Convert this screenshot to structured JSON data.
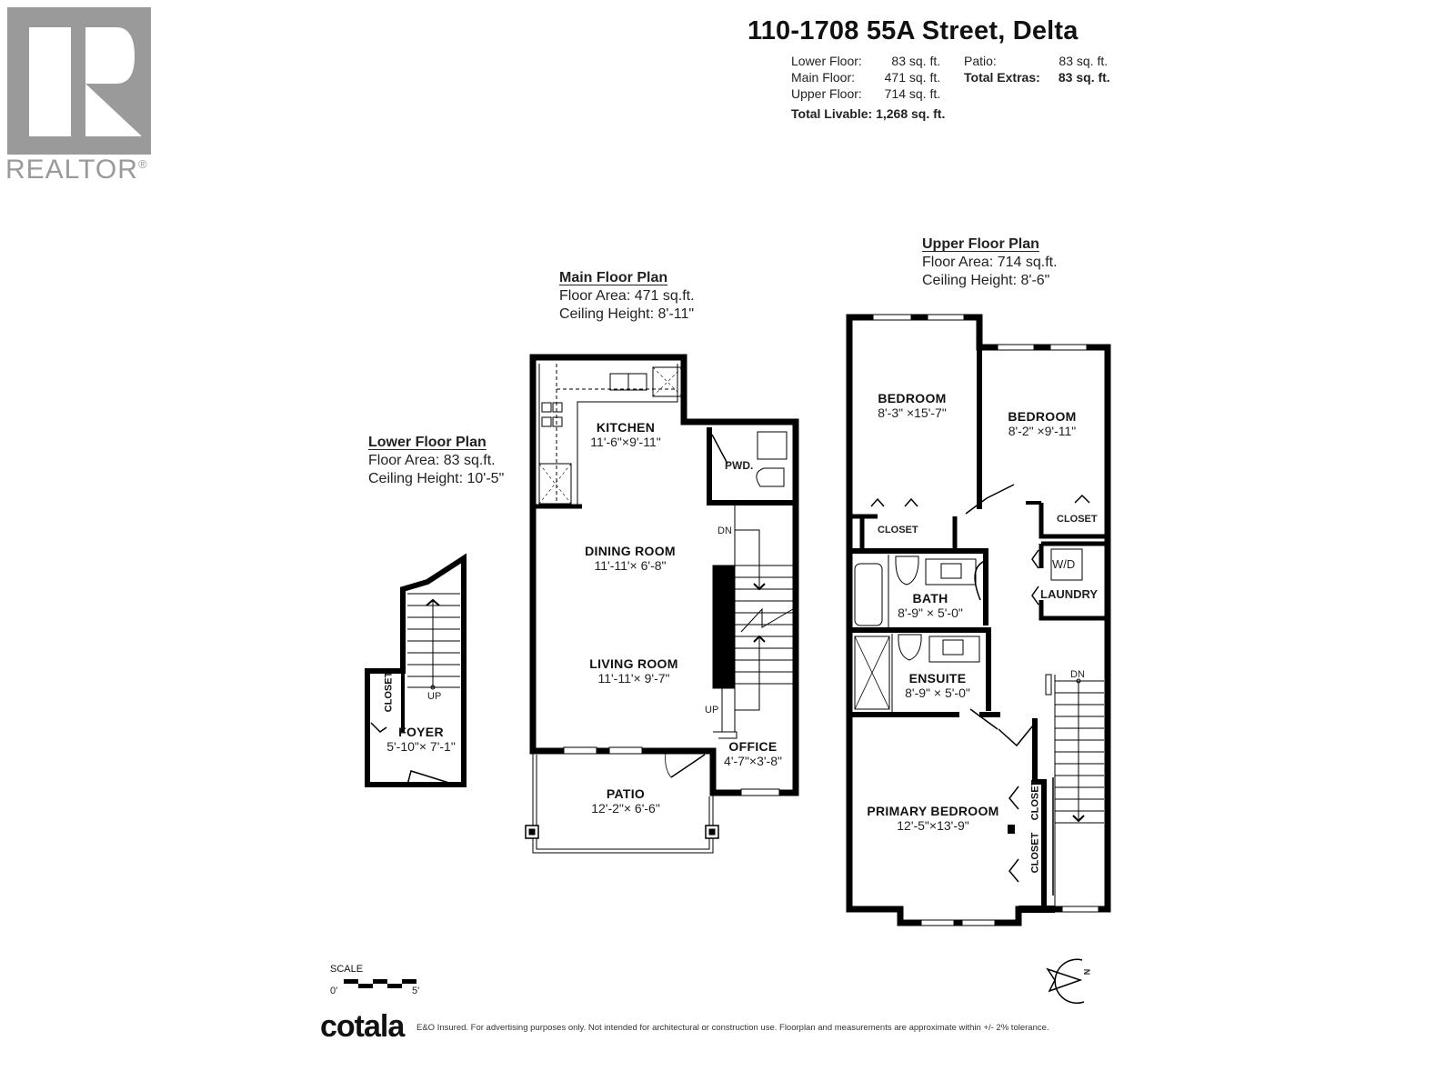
{
  "logo": {
    "brand": "REALTOR",
    "mark": "®",
    "color": "#9a9a9a"
  },
  "header": {
    "address": "110-1708 55A Street, Delta",
    "floors": [
      {
        "label": "Lower Floor:",
        "value": "83",
        "unit": "sq. ft."
      },
      {
        "label": "Main Floor:",
        "value": "471",
        "unit": "sq. ft."
      },
      {
        "label": "Upper Floor:",
        "value": "714",
        "unit": "sq. ft."
      }
    ],
    "total_livable": {
      "label": "Total Livable:",
      "value": "1,268 sq. ft."
    },
    "extras": [
      {
        "label": "Patio:",
        "value": "83",
        "unit": "sq. ft."
      }
    ],
    "total_extras": {
      "label": "Total Extras:",
      "value": "83 sq. ft."
    }
  },
  "plans": {
    "lower": {
      "heading": "Lower Floor Plan",
      "area": "Floor Area: 83 sq.ft.",
      "ceiling": "Ceiling Height: 10'-5\"",
      "rooms": [
        {
          "name": "FOYER",
          "dims": "5'-10\"× 7'-1\""
        }
      ],
      "labels": {
        "closet": "CLOSET",
        "up": "UP"
      }
    },
    "main": {
      "heading": "Main Floor Plan",
      "area": "Floor Area: 471 sq.ft.",
      "ceiling": "Ceiling Height: 8'-11\"",
      "rooms": [
        {
          "name": "KITCHEN",
          "dims": "11'-6\"×9'-11\""
        },
        {
          "name": "DINING ROOM",
          "dims": "11'-11'× 6'-8\""
        },
        {
          "name": "LIVING ROOM",
          "dims": "11'-11'× 9'-7\""
        },
        {
          "name": "OFFICE",
          "dims": "4'-7\"×3'-8\""
        },
        {
          "name": "PATIO",
          "dims": "12'-2\"× 6'-6\""
        }
      ],
      "labels": {
        "pwd": "PWD.",
        "dn": "DN",
        "up": "UP"
      }
    },
    "upper": {
      "heading": "Upper Floor Plan",
      "area": "Floor Area: 714 sq.ft.",
      "ceiling": "Ceiling Height: 8'-6\"",
      "rooms": [
        {
          "name": "BEDROOM",
          "dims": "8'-3\" ×15'-7\""
        },
        {
          "name": "BEDROOM",
          "dims": "8'-2\" ×9'-11\""
        },
        {
          "name": "BATH",
          "dims": "8'-9\" × 5'-0\""
        },
        {
          "name": "ENSUITE",
          "dims": "8'-9\" × 5'-0\""
        },
        {
          "name": "PRIMARY BEDROOM",
          "dims": "12'-5\"×13'-9\""
        }
      ],
      "labels": {
        "closet": "CLOSET",
        "laundry": "LAUNDRY",
        "wd": "W/D",
        "dn": "DN"
      }
    }
  },
  "scale": {
    "label": "SCALE",
    "start": "0'",
    "end": "5'"
  },
  "compass": {
    "direction": "N"
  },
  "footer": {
    "brand": "cotala",
    "disclaimer": "E&O Insured. For advertising purposes only. Not intended for architectural or construction use. Floorplan and measurements are approximate within +/- 2% tolerance."
  }
}
